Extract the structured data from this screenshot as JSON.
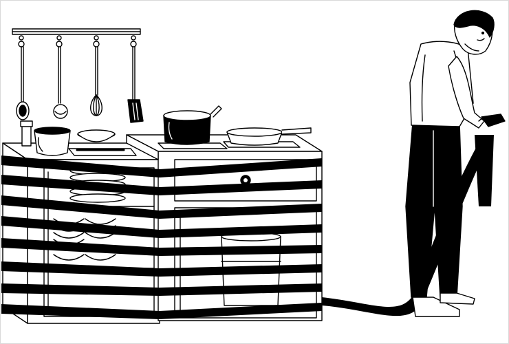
{
  "illustration": {
    "style": "black ink line art on white",
    "colors": {
      "ink": "#000000",
      "paper": "#ffffff",
      "frame": "#d9d9d9"
    },
    "utensils": [
      "ladle",
      "ladle",
      "whisk",
      "spatula"
    ]
  }
}
